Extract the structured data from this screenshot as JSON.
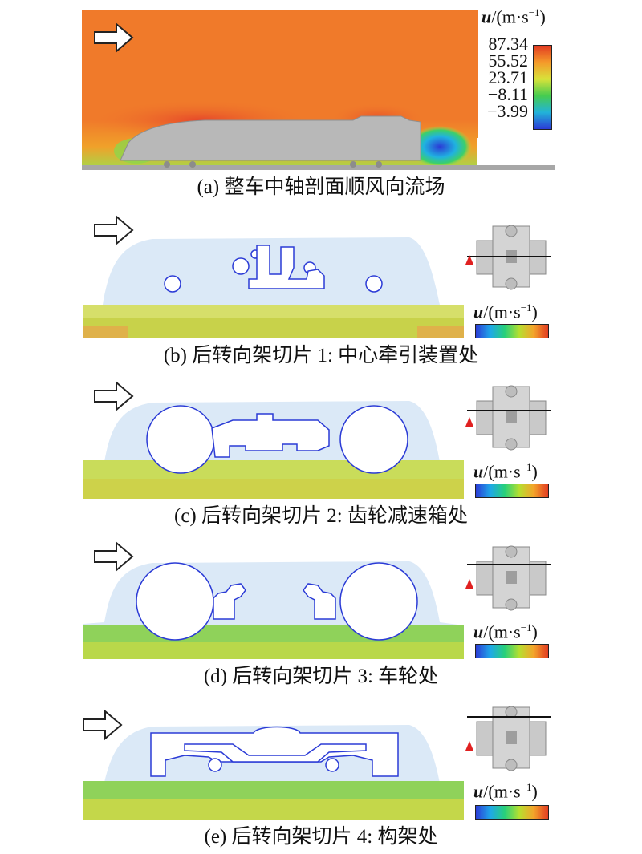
{
  "panel_a": {
    "legend_symbol": "u",
    "legend_unit": "/(m·s",
    "legend_exp": "−1",
    "legend_close": ")",
    "legend_values": [
      "87.34",
      "55.52",
      "23.71",
      "−8.11",
      "−3.99"
    ],
    "caption": "(a) 整车中轴剖面顺风向流场"
  },
  "panel_b": {
    "caption": "(b) 后转向架切片 1: 中心牵引装置处",
    "legend_symbol": "u",
    "legend_unit": "/(m·s",
    "legend_exp": "−1",
    "legend_close": ")"
  },
  "panel_c": {
    "caption": "(c) 后转向架切片 2: 齿轮减速箱处",
    "legend_symbol": "u",
    "legend_unit": "/(m·s",
    "legend_exp": "−1",
    "legend_close": ")"
  },
  "panel_d": {
    "caption": "(d) 后转向架切片 3: 车轮处",
    "legend_symbol": "u",
    "legend_unit": "/(m·s",
    "legend_exp": "−1",
    "legend_close": ")"
  },
  "panel_e": {
    "caption": "(e) 后转向架切片 4: 构架处",
    "legend_symbol": "u",
    "legend_unit": "/(m·s",
    "legend_exp": "−1",
    "legend_close": ")"
  },
  "colors": {
    "flow_high": "#f07a2a",
    "flow_low": "#2b3bd6",
    "train_body": "#b8b8b8",
    "ground": "#a7a7a7"
  },
  "icons": [
    "wind-direction-arrow-icon",
    "slice-position-marker-icon"
  ]
}
